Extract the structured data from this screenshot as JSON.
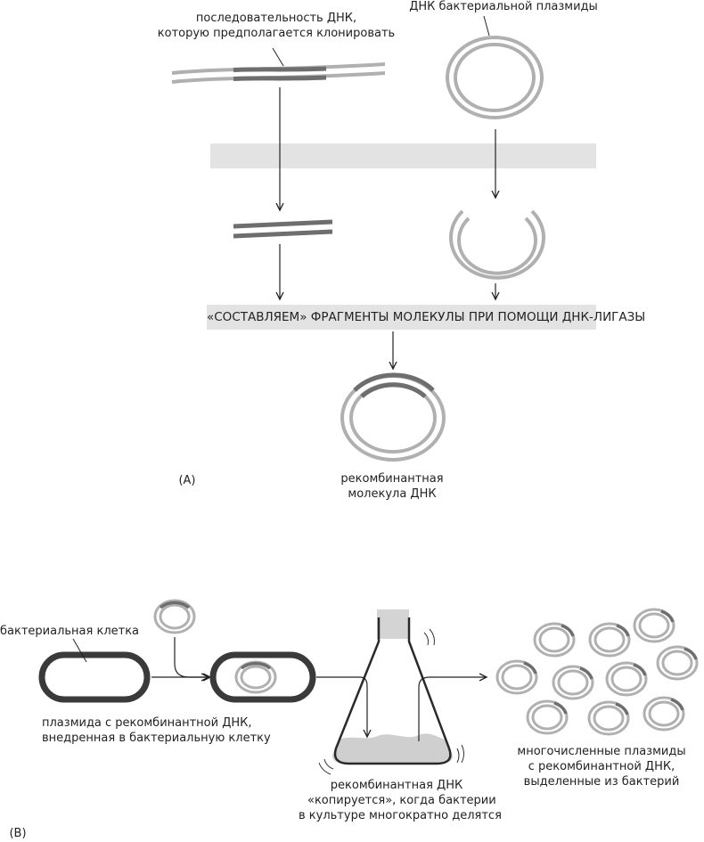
{
  "panel_a": {
    "label": "(A)",
    "dna_label_line1": "последовательность ДНК,",
    "dna_label_line2": "которую предполагается клонировать",
    "plasmid_label": "ДНК бактериальной плазмиды",
    "step_cut": "",
    "step_join": "«СОСТАВЛЯЕМ» ФРАГМЕНТЫ МОЛЕКУЛЫ ПРИ ПОМОЩИ ДНК-ЛИГАЗЫ",
    "result_line1": "рекомбинантная",
    "result_line2": "молекула ДНК"
  },
  "panel_b": {
    "label": "(B)",
    "cell_label": "бактериальная клетка",
    "inserted_line1": "плазмида с рекомбинантной ДНК,",
    "inserted_line2": "внедренная в бактериальную клетку",
    "copy_line1": "рекомбинантная ДНК",
    "copy_line2": "«копируется», когда бактерии",
    "copy_line3": "в культуре многократно делятся",
    "many_line1": "многочисленные плазмиды",
    "many_line2": "с рекомбинантной ДНК,",
    "many_line3": "выделенные из бактерий"
  },
  "colors": {
    "light_strand": "#b0b0b0",
    "dark_strand": "#6e6e6e",
    "cell_wall": "#3a3a3a",
    "band": "#e3e3e3",
    "medium": "#cfcfcf",
    "arrow": "#222222"
  }
}
